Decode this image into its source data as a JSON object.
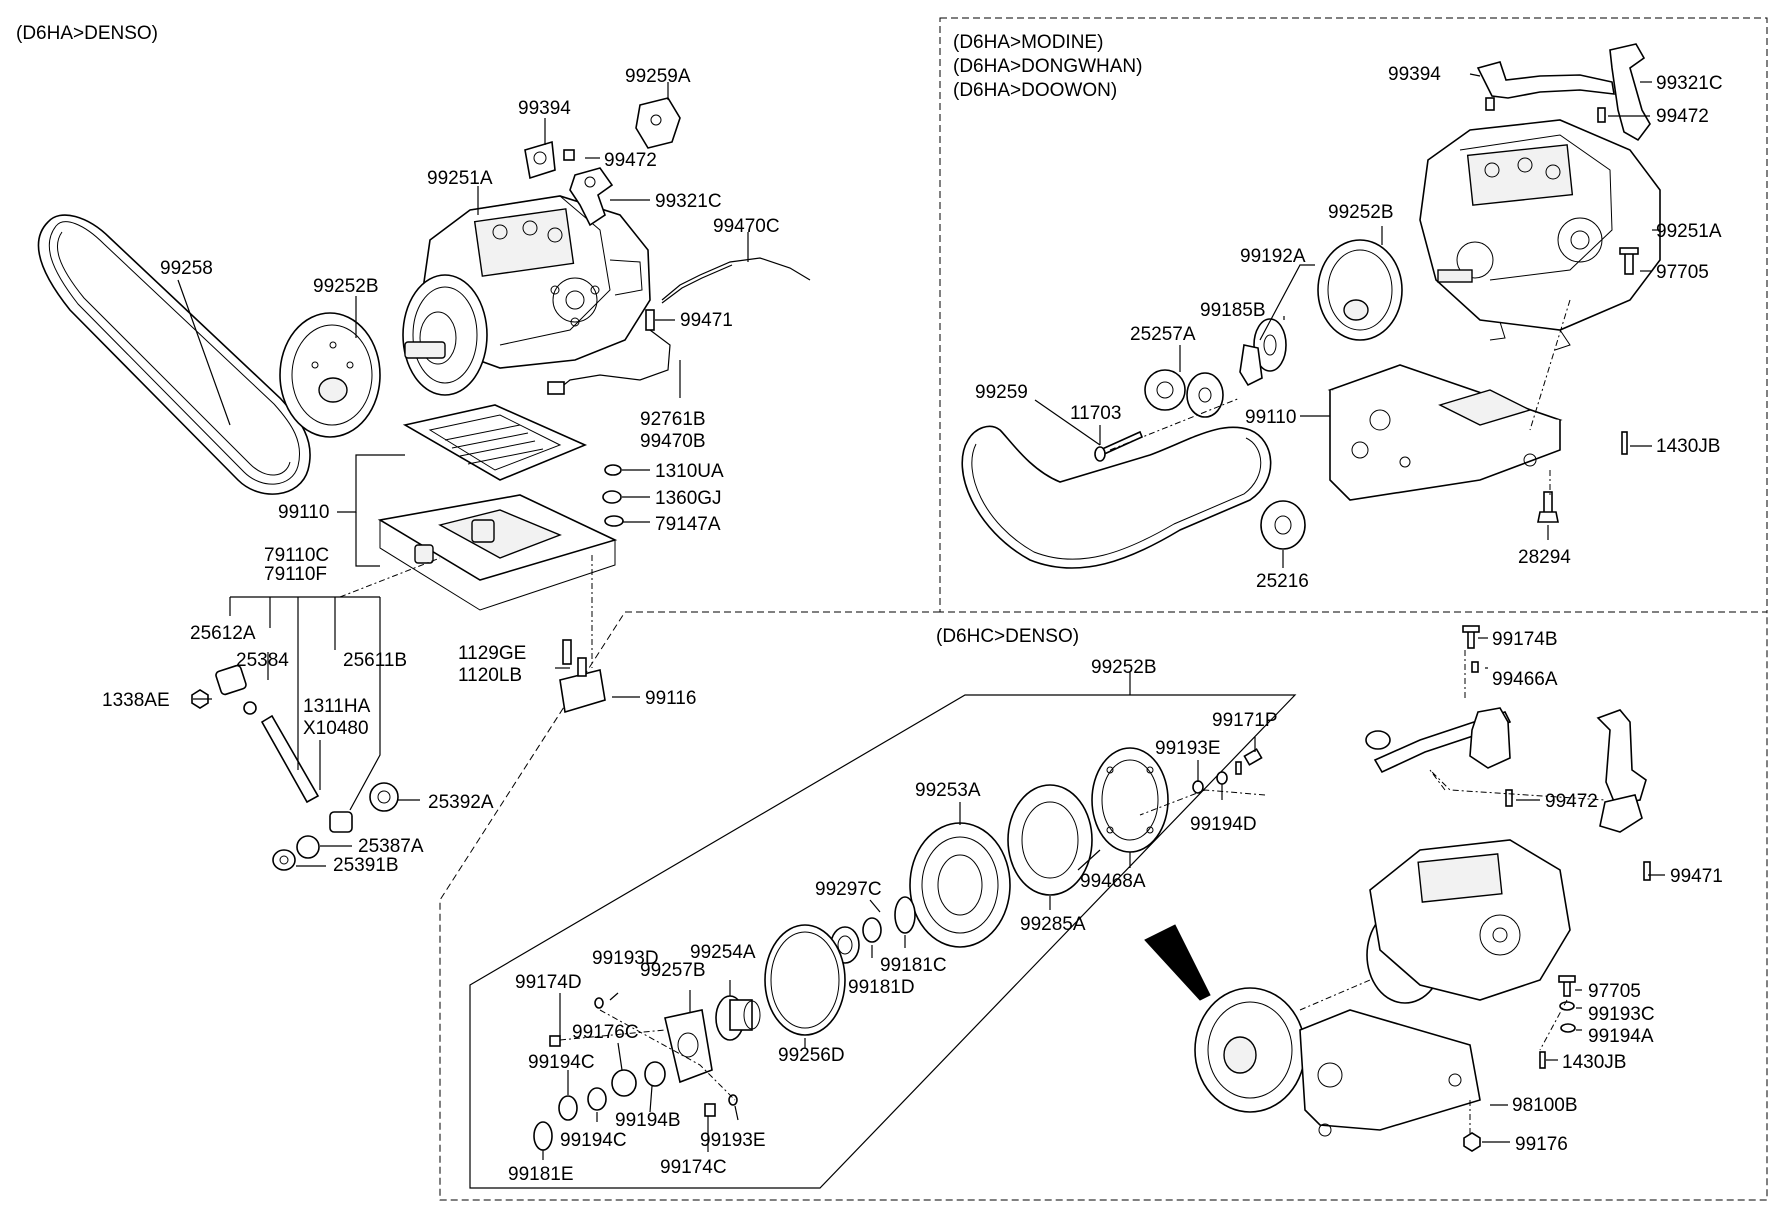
{
  "sections": {
    "d6ha_denso": "(D6HA>DENSO)",
    "modine": [
      "(D6HA>MODINE)",
      "(D6HA>DONGWHAN)",
      "(D6HA>DOOWON)"
    ],
    "d6hc_denso": "(D6HC>DENSO)"
  },
  "labels": {
    "a_99259A": "99259A",
    "a_99394": "99394",
    "a_99472": "99472",
    "a_99251A": "99251A",
    "a_99321C": "99321C",
    "a_99470C": "99470C",
    "a_99258": "99258",
    "a_99252B": "99252B",
    "a_99471": "99471",
    "a_92761B": "92761B",
    "a_99470B": "99470B",
    "a_1310UA": "1310UA",
    "a_99110": "99110",
    "a_1360GJ": "1360GJ",
    "a_79147A": "79147A",
    "a_79110C": "79110C",
    "a_79110F": "79110F",
    "a_25612A": "25612A",
    "a_25384": "25384",
    "a_25611B": "25611B",
    "a_1129GE": "1129GE",
    "a_1120LB": "1120LB",
    "a_99116": "99116",
    "a_1338AE": "1338AE",
    "a_1311HA": "1311HA",
    "a_X10480": "X10480",
    "a_25392A": "25392A",
    "a_25387A": "25387A",
    "a_25391B": "25391B",
    "b_99394": "99394",
    "b_99321C": "99321C",
    "b_99472": "99472",
    "b_99252B": "99252B",
    "b_99251A": "99251A",
    "b_99192A": "99192A",
    "b_97705": "97705",
    "b_99185B": "99185B",
    "b_25257A": "25257A",
    "b_99259": "99259",
    "b_11703": "11703",
    "b_99110": "99110",
    "b_1430JB": "1430JB",
    "b_28294": "28294",
    "b_25216": "25216",
    "c_99174B": "99174B",
    "c_99252B": "99252B",
    "c_99466A": "99466A",
    "c_99171P": "99171P",
    "c_99193E_top": "99193E",
    "c_99253A": "99253A",
    "c_99472": "99472",
    "c_99194D": "99194D",
    "c_99468A": "99468A",
    "c_99471": "99471",
    "c_99297C": "99297C",
    "c_99285A": "99285A",
    "c_99254A": "99254A",
    "c_99181C": "99181C",
    "c_99193D": "99193D",
    "c_99257B": "99257B",
    "c_99181D": "99181D",
    "c_99174D": "99174D",
    "c_97705": "97705",
    "c_99176C": "99176C",
    "c_99193C": "99193C",
    "c_99256D": "99256D",
    "c_99194A": "99194A",
    "c_99194C_a": "99194C",
    "c_1430JB": "1430JB",
    "c_99194B": "99194B",
    "c_98100B": "98100B",
    "c_99193E_bot": "99193E",
    "c_99194C_b": "99194C",
    "c_99176": "99176",
    "c_99181E": "99181E",
    "c_99174C": "99174C"
  }
}
